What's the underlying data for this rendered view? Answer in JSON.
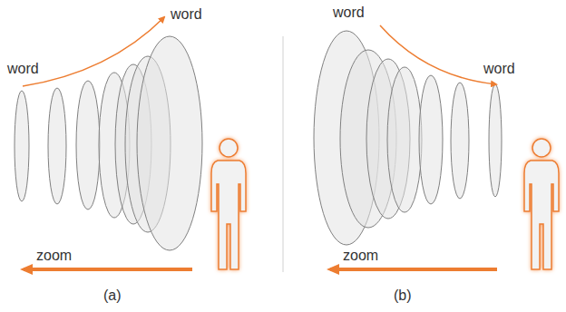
{
  "diagram": {
    "labels": [
      "word",
      "word",
      "zoom",
      "(a)",
      "word",
      "word",
      "zoom",
      "(b)"
    ]
  }
}
